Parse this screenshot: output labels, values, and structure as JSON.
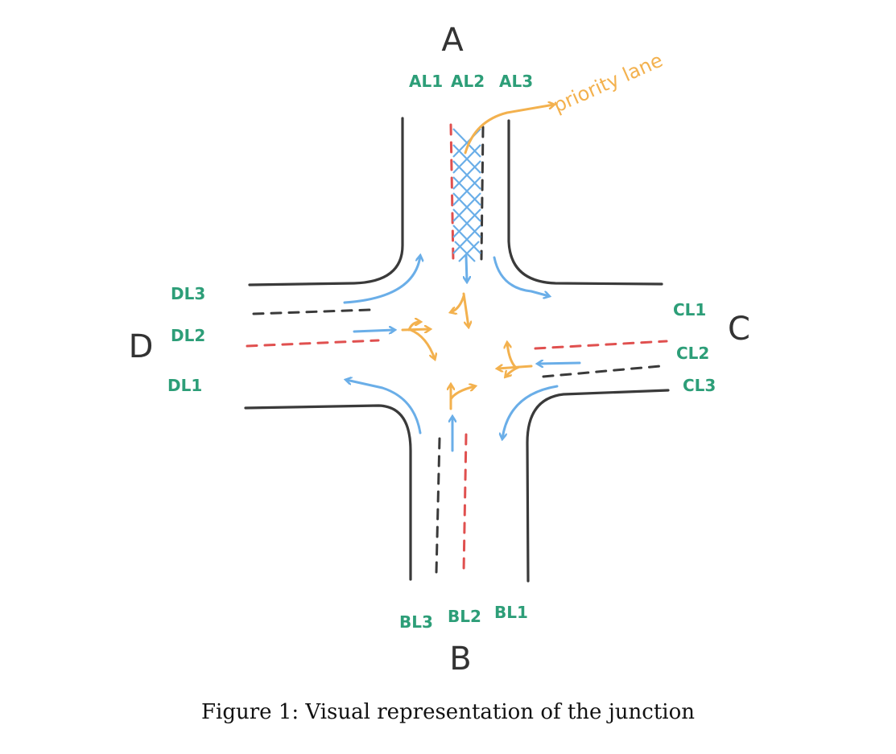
{
  "diagram": {
    "approaches": {
      "A": "A",
      "B": "B",
      "C": "C",
      "D": "D"
    },
    "lanes": {
      "A": [
        "AL1",
        "AL2",
        "AL3"
      ],
      "B": [
        "BL3",
        "BL2",
        "BL1"
      ],
      "C": [
        "CL1",
        "CL2",
        "CL3"
      ],
      "D": [
        "DL3",
        "DL2",
        "DL1"
      ]
    },
    "priority_label": "priority lane",
    "colors": {
      "road": "#3a3a3a",
      "lane_divider_red": "#e0504f",
      "vehicle_flow_blue": "#6aaee8",
      "turn_options_orange": "#f3b14e",
      "lane_label_green": "#2d9e78"
    }
  },
  "caption": "Figure 1: Visual representation of the junction"
}
